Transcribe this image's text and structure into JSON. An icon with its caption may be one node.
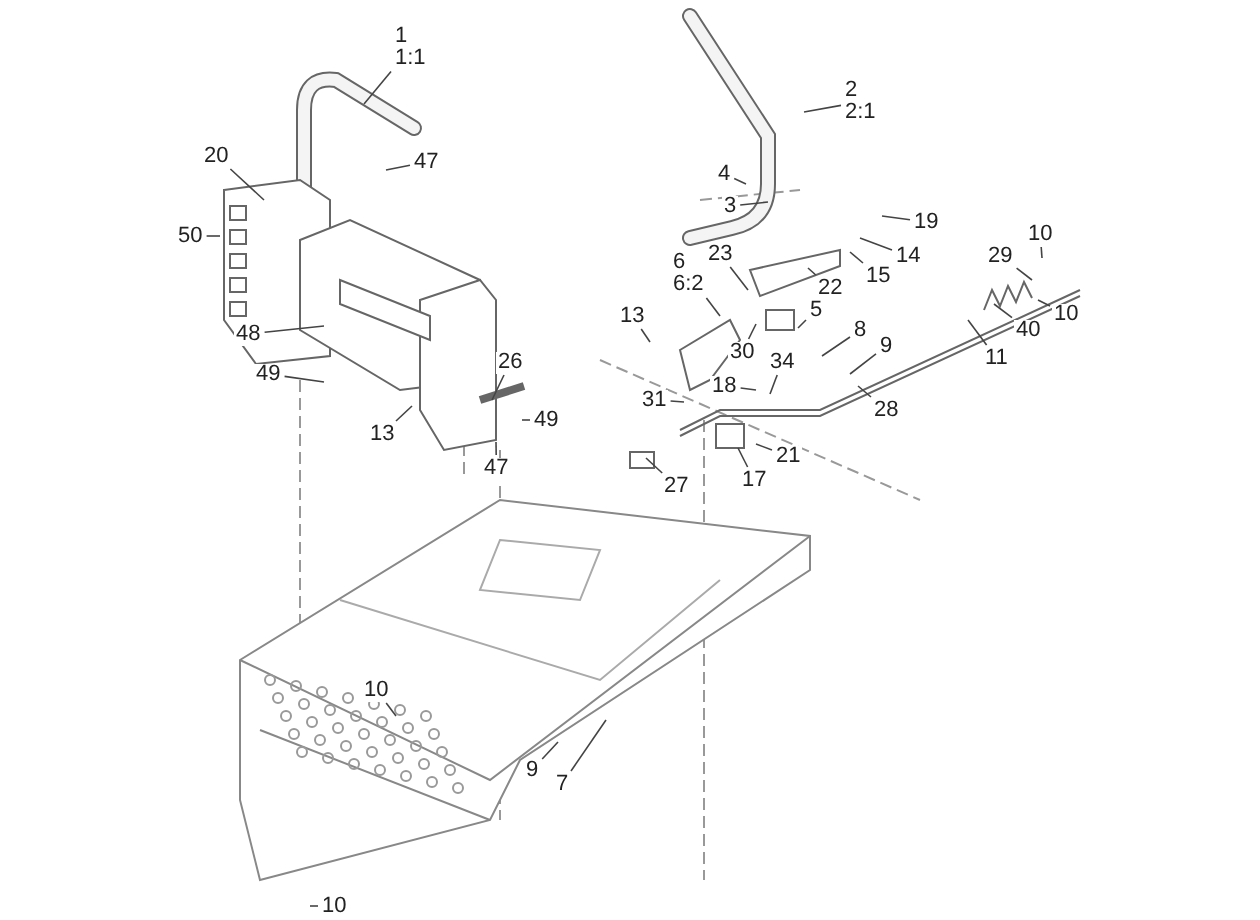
{
  "diagram": {
    "nodes": [
      {
        "text": [
          "1",
          "1:1"
        ]
      },
      {
        "text": [
          "2",
          "2:1"
        ]
      },
      {
        "text": [
          "47"
        ]
      },
      {
        "text": [
          "20"
        ]
      },
      {
        "text": [
          "4"
        ]
      },
      {
        "text": [
          "3"
        ]
      },
      {
        "text": [
          "19"
        ]
      },
      {
        "text": [
          "50"
        ]
      },
      {
        "text": [
          "14"
        ]
      },
      {
        "text": [
          "10"
        ]
      },
      {
        "text": [
          "29"
        ]
      },
      {
        "text": [
          "23"
        ]
      },
      {
        "text": [
          "6",
          "6:2"
        ]
      },
      {
        "text": [
          "15"
        ]
      },
      {
        "text": [
          "22"
        ]
      },
      {
        "text": [
          "10"
        ]
      },
      {
        "text": [
          "48"
        ]
      },
      {
        "text": [
          "13"
        ]
      },
      {
        "text": [
          "5"
        ]
      },
      {
        "text": [
          "30"
        ]
      },
      {
        "text": [
          "8"
        ]
      },
      {
        "text": [
          "40"
        ]
      },
      {
        "text": [
          "9"
        ]
      },
      {
        "text": [
          "11"
        ]
      },
      {
        "text": [
          "49"
        ]
      },
      {
        "text": [
          "34"
        ]
      },
      {
        "text": [
          "26"
        ]
      },
      {
        "text": [
          "18"
        ]
      },
      {
        "text": [
          "28"
        ]
      },
      {
        "text": [
          "13"
        ]
      },
      {
        "text": [
          "49"
        ]
      },
      {
        "text": [
          "31"
        ]
      },
      {
        "text": [
          "21"
        ]
      },
      {
        "text": [
          "47"
        ]
      },
      {
        "text": [
          "27"
        ]
      },
      {
        "text": [
          "17"
        ]
      },
      {
        "text": [
          "10"
        ]
      },
      {
        "text": [
          "9"
        ]
      },
      {
        "text": [
          "7"
        ]
      },
      {
        "text": [
          "10"
        ]
      }
    ],
    "edges": [
      {
        "from": 0,
        "to": null,
        "arrow": "none"
      },
      {
        "from": 1,
        "to": null,
        "arrow": "none"
      },
      {
        "from": 2,
        "to": null,
        "arrow": "none"
      },
      {
        "from": 3,
        "to": null,
        "arrow": "none"
      },
      {
        "from": 4,
        "to": null,
        "arrow": "none"
      },
      {
        "from": 5,
        "to": null,
        "arrow": "none"
      },
      {
        "from": 6,
        "to": null,
        "arrow": "none"
      },
      {
        "from": 7,
        "to": null,
        "arrow": "none"
      },
      {
        "from": 8,
        "to": null,
        "arrow": "none"
      },
      {
        "from": 9,
        "to": null,
        "arrow": "none"
      },
      {
        "from": 10,
        "to": null,
        "arrow": "none"
      },
      {
        "from": 11,
        "to": null,
        "arrow": "none"
      },
      {
        "from": 12,
        "to": null,
        "arrow": "none"
      },
      {
        "from": 13,
        "to": null,
        "arrow": "none"
      },
      {
        "from": 14,
        "to": null,
        "arrow": "none"
      },
      {
        "from": 15,
        "to": null,
        "arrow": "none"
      },
      {
        "from": 16,
        "to": null,
        "arrow": "none"
      },
      {
        "from": 17,
        "to": null,
        "arrow": "none"
      },
      {
        "from": 18,
        "to": null,
        "arrow": "none"
      },
      {
        "from": 19,
        "to": null,
        "arrow": "none"
      },
      {
        "from": 20,
        "to": null,
        "arrow": "none"
      },
      {
        "from": 21,
        "to": null,
        "arrow": "none"
      },
      {
        "from": 22,
        "to": null,
        "arrow": "none"
      },
      {
        "from": 23,
        "to": null,
        "arrow": "none"
      },
      {
        "from": 24,
        "to": null,
        "arrow": "none"
      },
      {
        "from": 25,
        "to": null,
        "arrow": "none"
      },
      {
        "from": 26,
        "to": null,
        "arrow": "none"
      },
      {
        "from": 27,
        "to": null,
        "arrow": "none"
      },
      {
        "from": 28,
        "to": null,
        "arrow": "none"
      },
      {
        "from": 29,
        "to": null,
        "arrow": "none"
      },
      {
        "from": 30,
        "to": null,
        "arrow": "none"
      },
      {
        "from": 31,
        "to": null,
        "arrow": "none"
      },
      {
        "from": 32,
        "to": null,
        "arrow": "none"
      },
      {
        "from": 33,
        "to": null,
        "arrow": "none"
      },
      {
        "from": 34,
        "to": null,
        "arrow": "none"
      },
      {
        "from": 35,
        "to": null,
        "arrow": "none"
      },
      {
        "from": 36,
        "to": null,
        "arrow": "none"
      },
      {
        "from": 37,
        "to": null,
        "arrow": "none"
      },
      {
        "from": 38,
        "to": null,
        "arrow": "none"
      },
      {
        "from": 39,
        "to": null,
        "arrow": "none"
      }
    ]
  }
}
